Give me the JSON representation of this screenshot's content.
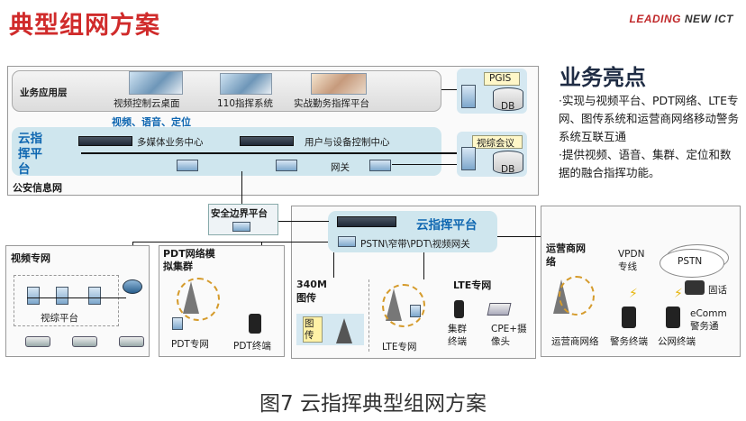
{
  "header": {
    "title": "典型组网方案",
    "brand_a": "LEADING ",
    "brand_b": "NEW ICT"
  },
  "highlights": {
    "title": "业务亮点",
    "items": [
      "·实现与视频平台、PDT网络、LTE专网、图传系统和运营商网络移动警务系统互联互通",
      "·提供视频、语音、集群、定位和数据的融合指挥功能。"
    ]
  },
  "diagram": {
    "police_net": "公安信息网",
    "app_layer": "业务应用层",
    "apps": [
      "视频控制云桌面",
      "110指挥系统",
      "实战勤务指挥平台"
    ],
    "pgis": "PGIS",
    "db": "DB",
    "video_conf": "视综会议",
    "services": "视频、语音、定位",
    "cloud_cmd": "云指挥平台",
    "media_center": "多媒体业务中心",
    "user_ctrl": "用户与设备控制中心",
    "gateway": "网关",
    "security": "安全边界平台",
    "cloud_cmd2": "云指挥平台",
    "gw2": "PSTN\\窄带\\PDT\\视频网关",
    "video_net": "视频专网",
    "video_platform": "视综平台",
    "pdt": "PDT网络模拟集群",
    "pdt_net": "PDT专网",
    "pdt_term": "PDT终端",
    "m340": "340M图传",
    "tuchuan": "图传",
    "lte": "LTE专网",
    "lte_net": "LTE专网",
    "cluster_term": "集群终端",
    "cpe": "CPE+摄像头",
    "carrier": "运营商网络",
    "vpdn": "VPDN专线",
    "pstn": "PSTN",
    "fixed": "固话",
    "ecomm": "eComm警务通",
    "carrier_net": "运营商网络",
    "police_term": "警务终端",
    "public_term": "公网终端"
  },
  "caption": "图7  云指挥典型组网方案"
}
